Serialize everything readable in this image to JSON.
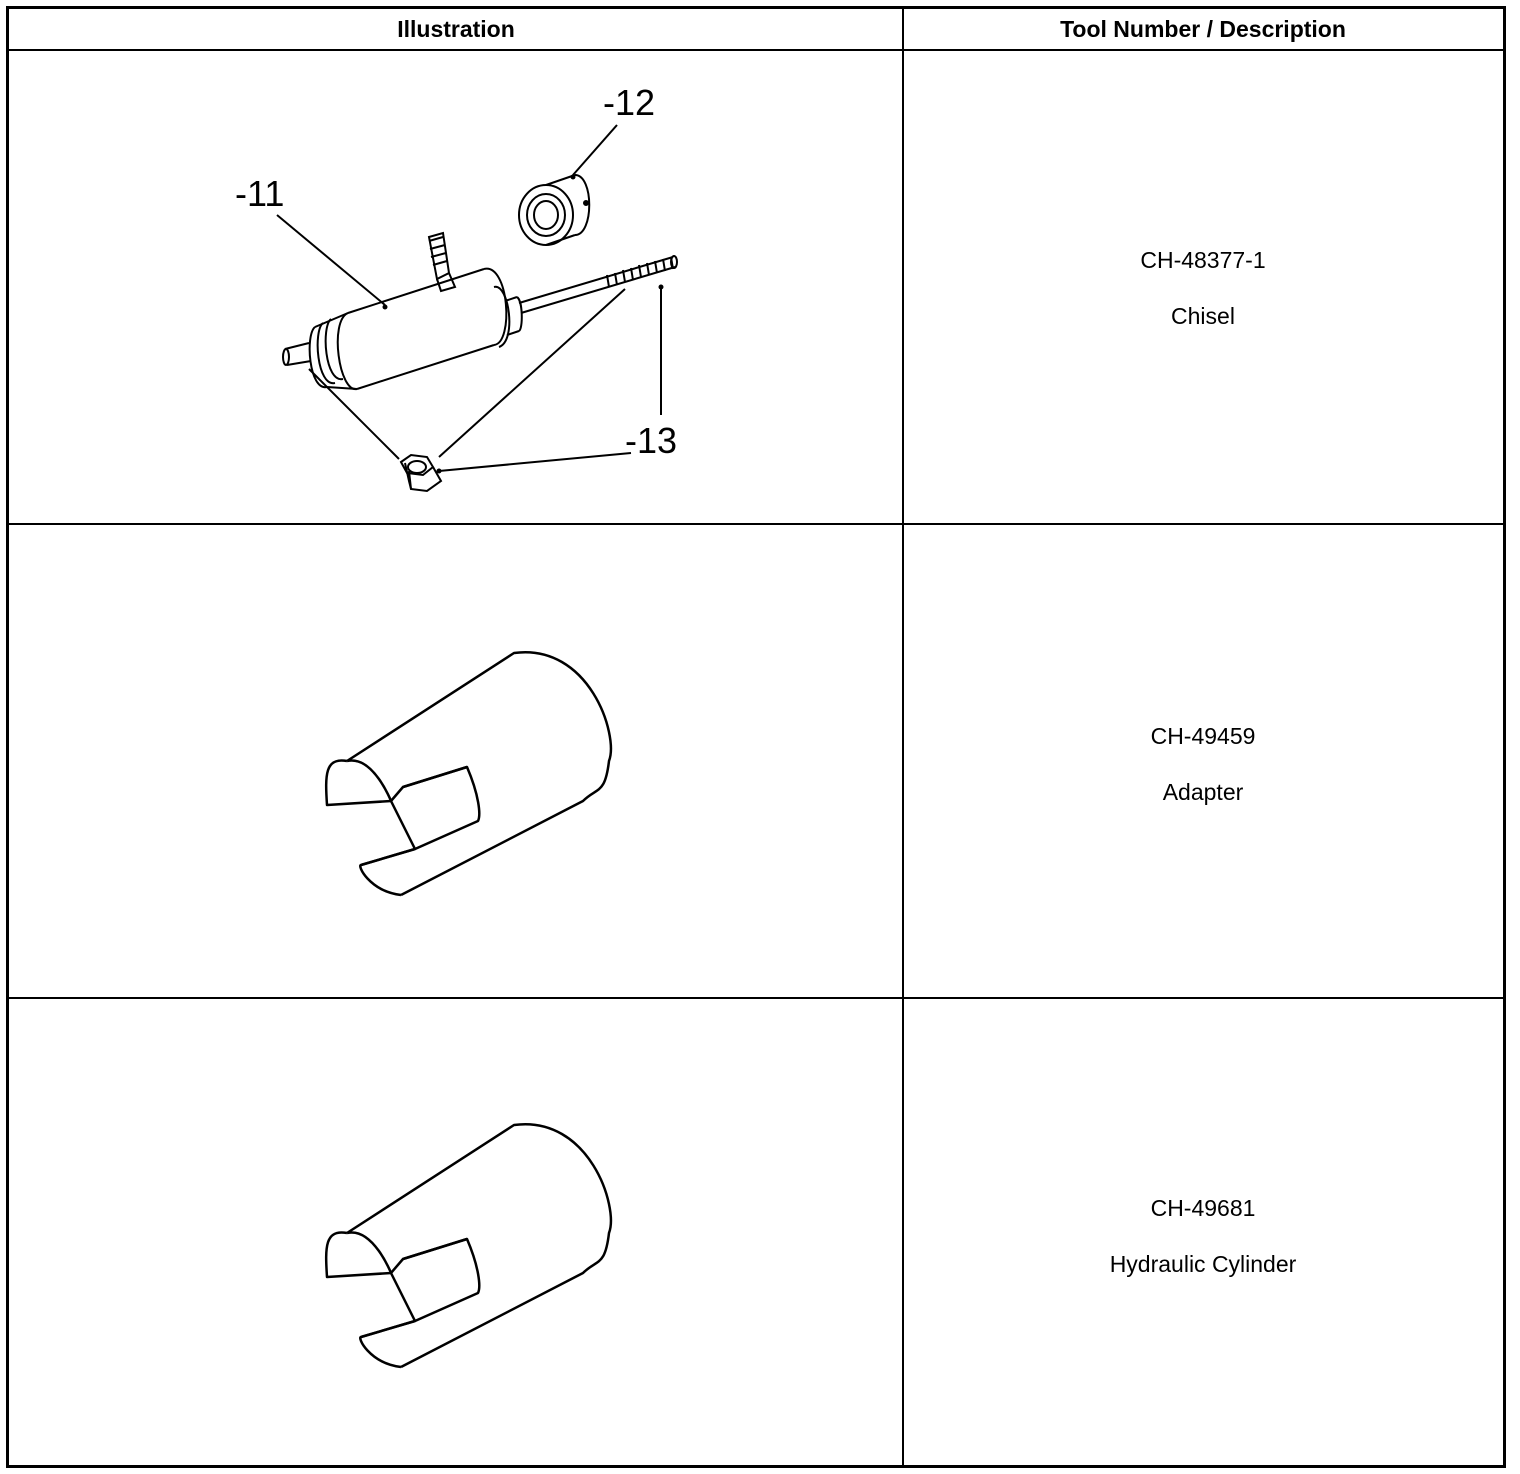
{
  "header": {
    "illustration": "Illustration",
    "tool_description": "Tool Number / Description"
  },
  "rows": [
    {
      "tool_number": "CH-48377-1",
      "description": "Chisel",
      "callouts": [
        "-11",
        "-12",
        "-13"
      ]
    },
    {
      "tool_number": "CH-49459",
      "description": "Adapter"
    },
    {
      "tool_number": "CH-49681",
      "description": "Hydraulic Cylinder"
    }
  ]
}
